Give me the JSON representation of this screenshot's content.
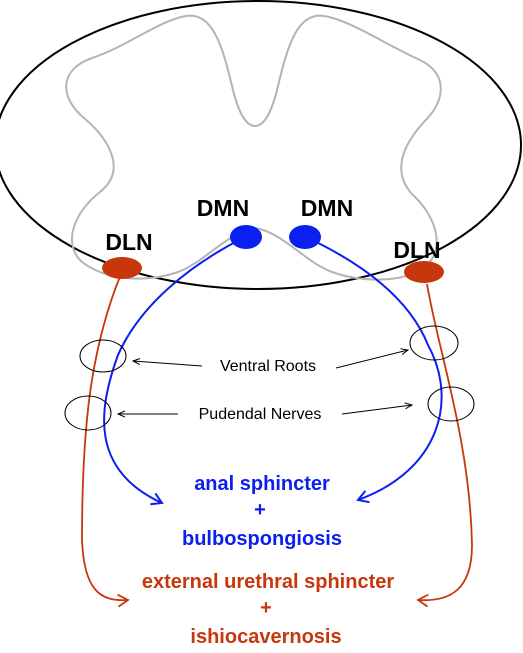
{
  "labels": {
    "dln_left": "DLN",
    "dln_right": "DLN",
    "dmn_left": "DMN",
    "dmn_right": "DMN",
    "ventral_roots": "Ventral Roots",
    "pudendal_nerves": "Pudendal Nerves",
    "blue_target_line1": "anal sphincter",
    "blue_target_plus": "+",
    "blue_target_line2": "bulbospongiosis",
    "red_target_line1": "external urethral sphincter",
    "red_target_plus": "+",
    "red_target_line2": "ishiocavernosis"
  },
  "colors": {
    "dmn_blue": "#0b1ff0",
    "dln_red": "#c8360c",
    "outline": "#000000",
    "gray_matter": "#b4b4b4"
  }
}
